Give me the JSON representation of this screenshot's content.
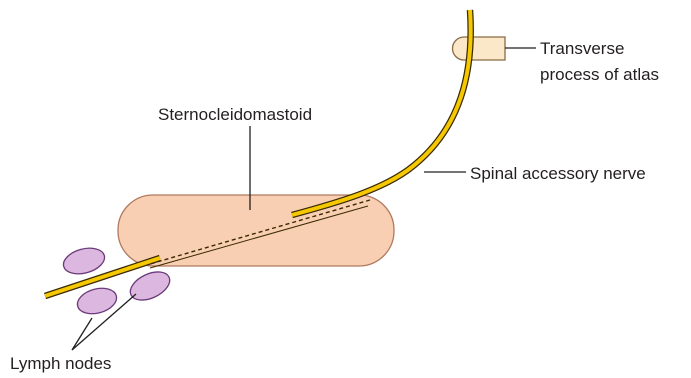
{
  "labels": {
    "transverse_process_line1": "Transverse",
    "transverse_process_line2": "process of atlas",
    "sternocleidomastoid": "Sternocleidomastoid",
    "spinal_accessory_nerve": "Spinal accessory nerve",
    "lymph_nodes": "Lymph nodes"
  },
  "colors": {
    "muscle_fill": "#f8cfb2",
    "muscle_stroke": "#b07a60",
    "nerve_fill": "#f5c800",
    "nerve_stroke": "#3a2a00",
    "bone_fill": "#fbe8c9",
    "lymph_fill": "#dcb8e0",
    "lymph_stroke": "#6b3a7a",
    "text": "#231f20"
  }
}
